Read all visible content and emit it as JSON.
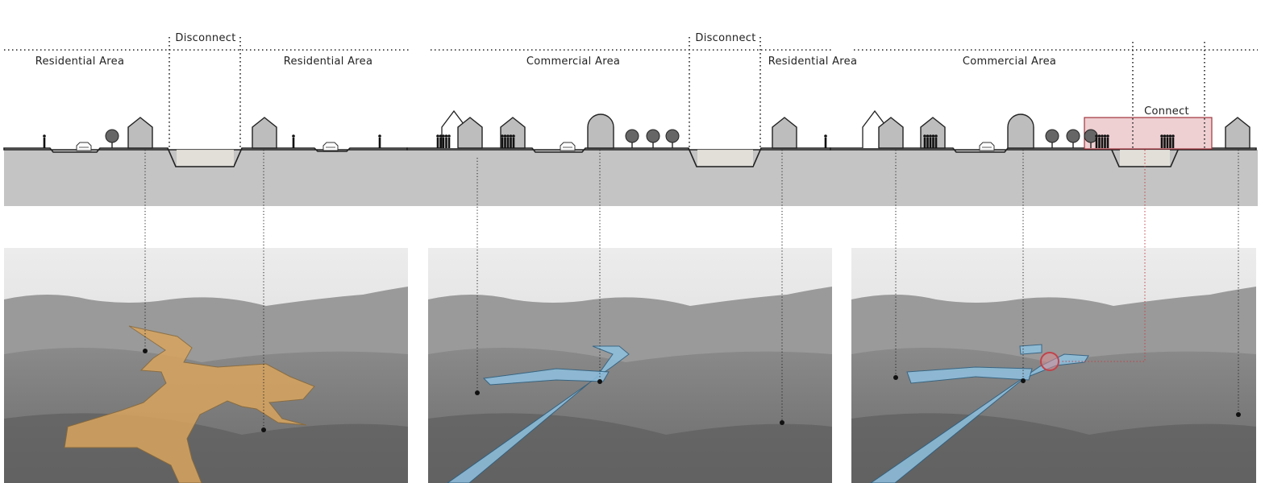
{
  "labels": {
    "disconnect_1": "Disconnect",
    "disconnect_2": "Disconnect",
    "residential_1": "Residential Area",
    "residential_2": "Residential Area",
    "residential_3": "Residential Area",
    "commercial_1": "Commercial Area",
    "commercial_2": "Commercial Area",
    "connect": "Connect"
  },
  "icons": {
    "house": "house-icon",
    "arch_building": "arch-building-icon",
    "tree": "tree-icon",
    "car": "car-icon",
    "person": "person-icon",
    "crowd": "crowd-icon"
  },
  "colors": {
    "ground": "#c4c4c4",
    "building_fill": "#bdbdbd",
    "orange_path": "#d9a55f",
    "blue_path": "#8fc1e0",
    "connect_box": "#eecfd2",
    "connect_border": "#c0434b",
    "photo_sky": "#e8e8e8",
    "photo_hill": "#8e8e8e"
  }
}
